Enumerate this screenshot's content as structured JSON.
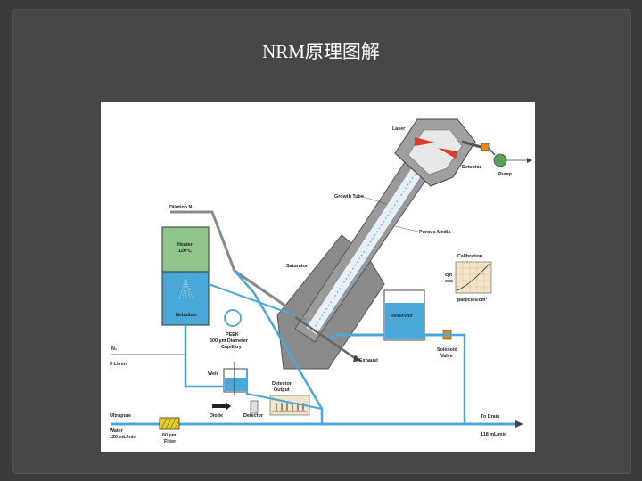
{
  "slide": {
    "title": "NRM原理图解"
  },
  "diagram": {
    "labels": {
      "laser": "Laser",
      "detector_top": "Detector",
      "pump": "Pump",
      "growth_tube": "Growth Tube",
      "porous_media": "Porous Media",
      "calibration": "Calibration",
      "cal_y1": "cpt",
      "cal_y2": "ecs",
      "cal_x": "particles/cm³",
      "saturator": "Saturator",
      "reservoir": "Reservoir",
      "solenoid_1": "Solenoid",
      "solenoid_2": "Valve",
      "exhaust": "Exhaust",
      "dilution": "Dilution N₂",
      "heater_1": "Heater",
      "heater_2": "120°C",
      "nebulizer": "Nebulizer",
      "n2": "N₂",
      "n2_flow": "5 L/min",
      "peek_1": "PEEK",
      "peek_2": "500 µm Diameter",
      "peek_3": "Capillary",
      "weir": "Weir",
      "det_out_1": "Detector",
      "det_out_2": "Output",
      "diode": "Diode",
      "detector_bottom": "Detector",
      "ultrapure": "Ultrapure",
      "water": "Water",
      "water_flow": "120 mL/min",
      "filter_1": "60 µm",
      "filter_2": "Filter",
      "to_drain": "To Drain",
      "drain_flow": "118 mL/min"
    },
    "colors": {
      "water_blue": "#4aa8d8",
      "heater_green": "#8fc48a",
      "machine_gray": "#8a8a8a",
      "laser_red": "#d93a2e",
      "pump_green": "#5aa05a",
      "valve_orange": "#e08a1e",
      "filter_yellow": "#e8d020"
    }
  }
}
